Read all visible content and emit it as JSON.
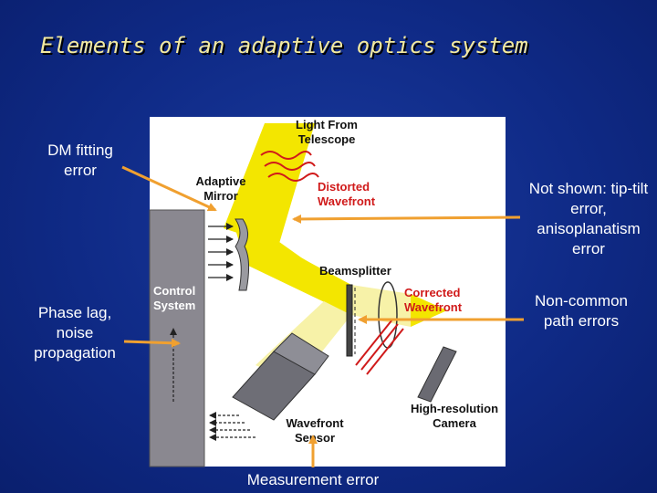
{
  "title": "Elements of an adaptive optics system",
  "notes": {
    "dm_fitting": "DM fitting error",
    "not_shown": "Not shown: tip-tilt error, anisoplanatism error",
    "non_common": "Non-common path errors",
    "phase_lag": "Phase lag, noise propagation",
    "measurement": "Measurement error"
  },
  "diagram_labels": {
    "light_from_1": "Light From",
    "light_from_2": "Telescope",
    "adaptive_1": "Adaptive",
    "adaptive_2": "Mirror",
    "distorted_1": "Distorted",
    "distorted_2": "Wavefront",
    "beamsplitter": "Beamsplitter",
    "control_1": "Control",
    "control_2": "System",
    "corrected_1": "Corrected",
    "corrected_2": "Wavefront",
    "hires_1": "High-resolution",
    "hires_2": "Camera",
    "wfs_1": "Wavefront",
    "wfs_2": "Sensor"
  },
  "colors": {
    "background": "#0f2a86",
    "title": "#f2e9a0",
    "arrow": "#f0a030",
    "beam": "#f3e600",
    "beam_light": "#f7f2a8",
    "label_red": "#d01a1a"
  }
}
